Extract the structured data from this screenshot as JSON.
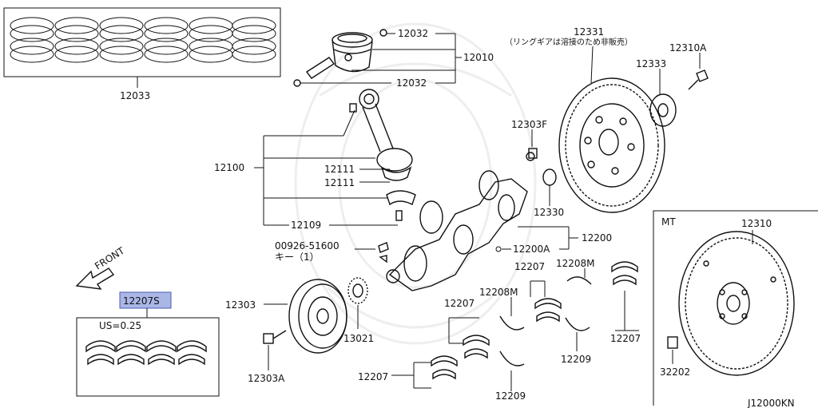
{
  "diagram": {
    "footer_code": "J12000KN",
    "front_label": "FRONT",
    "parts": {
      "p12033": "12033",
      "p12032_top": "12032",
      "p12010": "12010",
      "p12032_bottom": "12032",
      "p12331": "12331",
      "p12331_note": "（リングギアは溶接のため非販売）",
      "p12333": "12333",
      "p12310A": "12310A",
      "p12303F": "12303F",
      "p12330": "12330",
      "p12100": "12100",
      "p12111_a": "12111",
      "p12111_b": "12111",
      "p12109": "12109",
      "p12200": "12200",
      "p12200A": "12200A",
      "p00926": "00926-51600",
      "p00926_key": "キー（1）",
      "p12207S": "12207S",
      "us_note": "US=0.25",
      "p12303": "12303",
      "p13021": "13021",
      "p12303A": "12303A",
      "p12207_a": "12207",
      "p12208M_a": "12208M",
      "p12207_b": "12207",
      "p12208M_b": "12208M",
      "p12209_a": "12209",
      "p12207_c": "12207",
      "p12209_b": "12209",
      "p12207_d": "12207",
      "mt_label": "MT",
      "p12310": "12310",
      "p32202": "32202"
    }
  },
  "colors": {
    "highlight_fill": "#a9b6e6",
    "highlight_stroke": "#4a5db0",
    "line": "#111111"
  }
}
